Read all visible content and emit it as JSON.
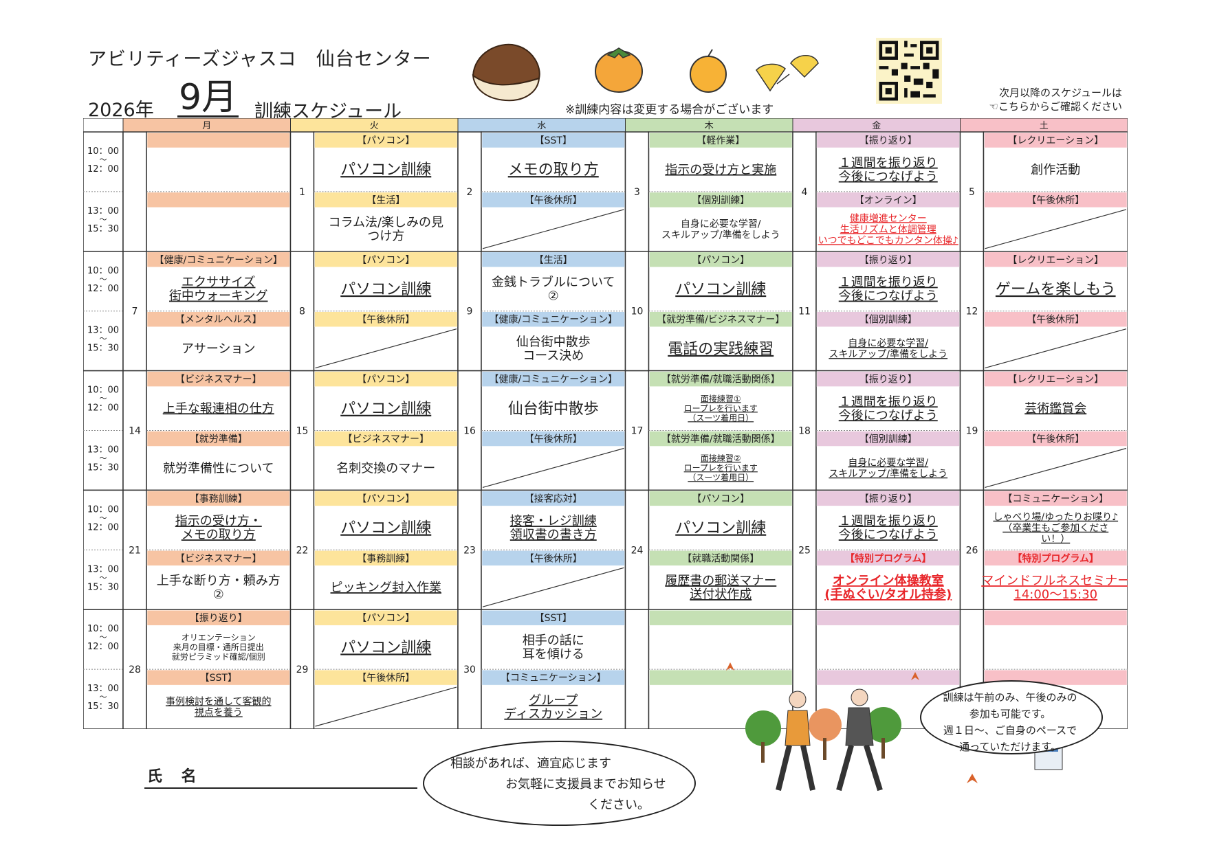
{
  "header": {
    "org": "アビリティーズジャスコ　仙台センター",
    "year": "2026年",
    "month": "9月",
    "subtitle": "訓練スケジュール",
    "notice": "※訓練内容は変更する場合がございます",
    "next_note": [
      "次月以降のスケジュールは",
      "☜こちらからご確認ください"
    ]
  },
  "colors": {
    "mon": "#f7c4a3",
    "tue": "#fde49b",
    "wed": "#b7d3ec",
    "thu": "#c5e0b4",
    "fri": "#e8c8dd",
    "sat": "#f8c0c7",
    "grid": "#333333",
    "red": "#e8262a"
  },
  "weekdays": [
    "月",
    "火",
    "水",
    "木",
    "金",
    "土"
  ],
  "times": {
    "am_start": "10：00",
    "am_tilde": "～",
    "am_end": "12：00",
    "pm_start": "13：00",
    "pm_tilde": "～",
    "pm_end": "15：30"
  },
  "weeks": [
    {
      "days": [
        {
          "date": "",
          "am": {
            "cat": "",
            "title": []
          },
          "pm": {
            "cat": "",
            "title": []
          }
        },
        {
          "date": "1",
          "am": {
            "cat": "【パソコン】",
            "title": [
              "パソコン訓練"
            ],
            "u": true,
            "big": true
          },
          "pm": {
            "cat": "【生活】",
            "title": [
              "コラム法/楽しみの見",
              "つけ方"
            ]
          }
        },
        {
          "date": "2",
          "am": {
            "cat": "【SST】",
            "title": [
              "メモの取り方"
            ],
            "u": true,
            "big": true
          },
          "pm": {
            "cat": "【午後休所】",
            "title": [],
            "slash": true
          }
        },
        {
          "date": "3",
          "am": {
            "cat": "【軽作業】",
            "title": [
              "指示の受け方と実施"
            ],
            "u": true
          },
          "pm": {
            "cat": "【個別訓練】",
            "title": [
              "自身に必要な学習/",
              "スキルアップ/準備をしよう"
            ],
            "small": true
          }
        },
        {
          "date": "4",
          "am": {
            "cat": "【振り返り】",
            "title": [
              "１週間を振り返り",
              "今後につなげよう"
            ],
            "u": true
          },
          "pm": {
            "cat": "【オンライン】",
            "title": [
              "健康増進センター",
              "生活リズムと体調管理",
              "いつでもどこでもカンタン体操♪"
            ],
            "small": true,
            "red": true,
            "u": true
          }
        },
        {
          "date": "5",
          "am": {
            "cat": "【レクリエーション】",
            "title": [
              "創作活動"
            ]
          },
          "pm": {
            "cat": "【午後休所】",
            "title": [],
            "slash": true
          }
        }
      ]
    },
    {
      "days": [
        {
          "date": "7",
          "am": {
            "cat": "【健康/コミュニケーション】",
            "title": [
              "エクササイズ",
              "街中ウォーキング"
            ],
            "u": true
          },
          "pm": {
            "cat": "【メンタルヘルス】",
            "title": [
              "アサーション"
            ]
          }
        },
        {
          "date": "8",
          "am": {
            "cat": "【パソコン】",
            "title": [
              "パソコン訓練"
            ],
            "u": true,
            "big": true
          },
          "pm": {
            "cat": "【午後休所】",
            "title": [],
            "slash": true
          }
        },
        {
          "date": "9",
          "am": {
            "cat": "【生活】",
            "title": [
              "金銭トラブルについて",
              "②"
            ]
          },
          "pm": {
            "cat": "【健康/コミュニケーション】",
            "title": [
              "仙台街中散歩",
              "コース決め"
            ]
          }
        },
        {
          "date": "10",
          "am": {
            "cat": "【パソコン】",
            "title": [
              "パソコン訓練"
            ],
            "u": true,
            "big": true
          },
          "pm": {
            "cat": "【就労準備/ビジネスマナー】",
            "title": [
              "電話の実践練習"
            ],
            "u": true,
            "big": true
          }
        },
        {
          "date": "11",
          "am": {
            "cat": "【振り返り】",
            "title": [
              "１週間を振り返り",
              "今後につなげよう"
            ],
            "u": true
          },
          "pm": {
            "cat": "【個別訓練】",
            "title": [
              "自身に必要な学習/",
              "スキルアップ/準備をしよう"
            ],
            "small": true,
            "u": true
          }
        },
        {
          "date": "12",
          "am": {
            "cat": "【レクリエーション】",
            "title": [
              "ゲームを楽しもう"
            ],
            "u": true,
            "big": true
          },
          "pm": {
            "cat": "【午後休所】",
            "title": [],
            "slash": true
          }
        }
      ]
    },
    {
      "days": [
        {
          "date": "14",
          "am": {
            "cat": "【ビジネスマナー】",
            "title": [
              "上手な報連相の仕方"
            ],
            "u": true
          },
          "pm": {
            "cat": "【就労準備】",
            "title": [
              "就労準備性について"
            ]
          }
        },
        {
          "date": "15",
          "am": {
            "cat": "【パソコン】",
            "title": [
              "パソコン訓練"
            ],
            "u": true,
            "big": true
          },
          "pm": {
            "cat": "【ビジネスマナー】",
            "title": [
              "名刺交換のマナー"
            ]
          }
        },
        {
          "date": "16",
          "am": {
            "cat": "【健康/コミュニケーション】",
            "title": [
              "仙台街中散歩"
            ],
            "big": true
          },
          "pm": {
            "cat": "【午後休所】",
            "title": [],
            "slash": true
          }
        },
        {
          "date": "17",
          "am": {
            "cat": "【就労準備/就職活動関係】",
            "title": [
              "面接練習①",
              "ロープレを行います",
              "（スーツ着用日）"
            ],
            "tiny": true,
            "u": true
          },
          "pm": {
            "cat": "【就労準備/就職活動関係】",
            "title": [
              "面接練習②",
              "ロープレを行います",
              "（スーツ着用日）"
            ],
            "tiny": true,
            "u": true
          }
        },
        {
          "date": "18",
          "am": {
            "cat": "【振り返り】",
            "title": [
              "１週間を振り返り",
              "今後につなげよう"
            ],
            "u": true
          },
          "pm": {
            "cat": "【個別訓練】",
            "title": [
              "自身に必要な学習/",
              "スキルアップ/準備をしよう"
            ],
            "small": true,
            "u": true
          }
        },
        {
          "date": "19",
          "am": {
            "cat": "【レクリエーション】",
            "title": [
              "芸術鑑賞会"
            ],
            "u": true
          },
          "pm": {
            "cat": "【午後休所】",
            "title": [],
            "slash": true
          }
        }
      ]
    },
    {
      "days": [
        {
          "date": "21",
          "am": {
            "cat": "【事務訓練】",
            "title": [
              "指示の受け方・",
              "メモの取り方"
            ],
            "u": true
          },
          "pm": {
            "cat": "【ビジネスマナー】",
            "title": [
              "上手な断り方・頼み方",
              "②"
            ]
          }
        },
        {
          "date": "22",
          "am": {
            "cat": "【パソコン】",
            "title": [
              "パソコン訓練"
            ],
            "u": true,
            "big": true
          },
          "pm": {
            "cat": "【事務訓練】",
            "title": [
              "ピッキング封入作業"
            ],
            "u": true
          }
        },
        {
          "date": "23",
          "am": {
            "cat": "【接客応対】",
            "title": [
              "接客・レジ訓練",
              "領収書の書き方"
            ],
            "u": true
          },
          "pm": {
            "cat": "【午後休所】",
            "title": [],
            "slash": true
          }
        },
        {
          "date": "24",
          "am": {
            "cat": "【パソコン】",
            "title": [
              "パソコン訓練"
            ],
            "u": true,
            "big": true
          },
          "pm": {
            "cat": "【就職活動関係】",
            "title": [
              "履歴書の郵送マナー",
              "送付状作成"
            ],
            "u2": true
          }
        },
        {
          "date": "25",
          "am": {
            "cat": "【振り返り】",
            "title": [
              "１週間を振り返り",
              "今後につなげよう"
            ],
            "u": true
          },
          "pm": {
            "cat": "【特別プログラム】",
            "title": [
              "オンライン体操教室",
              "(手ぬぐい/タオル持参)"
            ],
            "red": true,
            "catred": true,
            "u": true,
            "bold": true
          }
        },
        {
          "date": "26",
          "am": {
            "cat": "【コミュニケーション】",
            "title": [
              "しゃべり場/ゆったりお喋り♪",
              "（卒業生もご参加くださ",
              "い！）"
            ],
            "small": true,
            "u": true
          },
          "pm": {
            "cat": "【特別プログラム】",
            "title": [
              "マインドフルネスセミナー",
              "14:00～15:30"
            ],
            "red": true,
            "catred": true,
            "u": true
          }
        }
      ]
    },
    {
      "days": [
        {
          "date": "28",
          "am": {
            "cat": "【振り返り】",
            "title": [
              "オリエンテーション",
              "来月の目標・通所日提出",
              "就労ピラミッド確認/個別"
            ],
            "tiny": true
          },
          "pm": {
            "cat": "【SST】",
            "title": [
              "事例検討を通して客観的",
              "視点を養う"
            ],
            "small": true,
            "u": true
          }
        },
        {
          "date": "29",
          "am": {
            "cat": "【パソコン】",
            "title": [
              "パソコン訓練"
            ],
            "u": true,
            "big": true
          },
          "pm": {
            "cat": "【午後休所】",
            "title": [],
            "slash": true
          }
        },
        {
          "date": "30",
          "am": {
            "cat": "【SST】",
            "title": [
              "相手の話に",
              "耳を傾ける"
            ]
          },
          "pm": {
            "cat": "【コミュニケーション】",
            "title": [
              "グループ",
              "ディスカッション"
            ],
            "u": true
          }
        },
        {
          "date": "",
          "am": {
            "cat": "",
            "title": []
          },
          "pm": {
            "cat": "",
            "title": []
          }
        },
        {
          "date": "",
          "am": {
            "cat": "",
            "title": []
          },
          "pm": {
            "cat": "",
            "title": []
          }
        },
        {
          "date": "",
          "am": {
            "cat": "",
            "title": []
          },
          "pm": {
            "cat": "",
            "title": []
          }
        }
      ]
    }
  ],
  "footer": {
    "name_label": "氏 名",
    "bubble_left": [
      "相談があれば、適宜応じます",
      "お気軽に支援員までお知らせ",
      "ください。"
    ],
    "bubble_right": [
      "訓練は午前のみ、午後のみの",
      "参加も可能です。",
      "週１日～、ご自身のペースで",
      "通っていただけます。"
    ]
  }
}
